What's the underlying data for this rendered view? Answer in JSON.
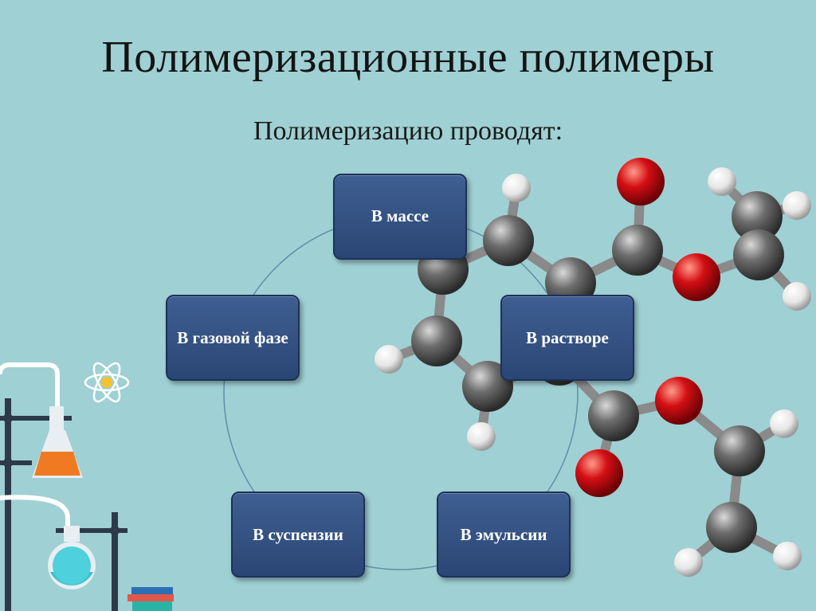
{
  "title": "Полимеризационные полимеры",
  "subtitle": "Полимеризацию проводят:",
  "methods": [
    {
      "label": "В массе"
    },
    {
      "label": "В растворе"
    },
    {
      "label": "В эмульсии"
    },
    {
      "label": "В суспензии"
    },
    {
      "label": "В газовой фазе"
    }
  ],
  "colors": {
    "background": "#9fd0d3",
    "box": "#34527f",
    "atom_carbon": "#6b6b6b",
    "atom_oxygen": "#d40f14",
    "atom_hydrogen": "#f2f2f2"
  },
  "icons": [
    "atom-icon",
    "chemistry-lab-icon",
    "molecule-model"
  ]
}
